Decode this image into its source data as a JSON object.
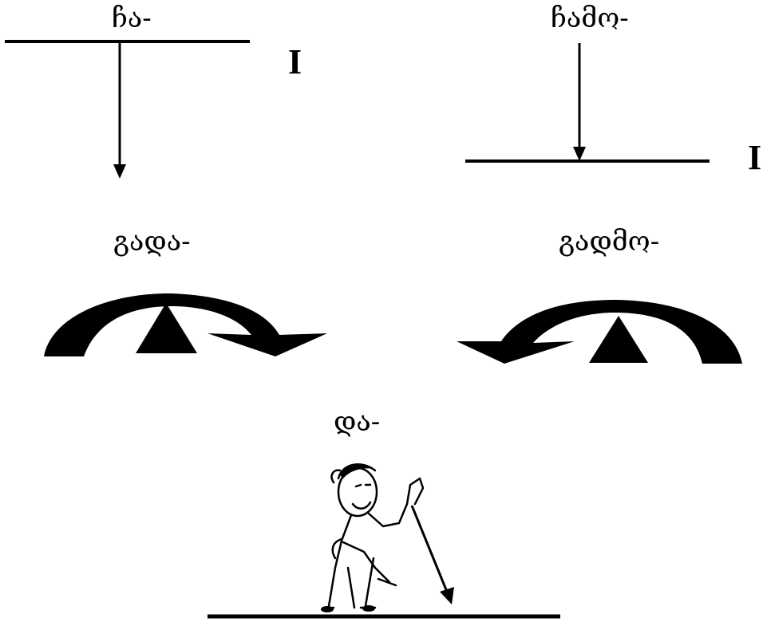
{
  "prefixes": {
    "cha": "ჩა-",
    "chamo": "ჩამო-",
    "gada": "გადა-",
    "gadmo": "გადმო-",
    "da": "და-"
  },
  "markers": {
    "top_left": "I",
    "top_right": "I"
  },
  "colors": {
    "ink": "#000000",
    "background": "#ffffff"
  },
  "icons": {
    "cha": "down-arrow-from-line-icon",
    "chamo": "down-arrow-to-line-icon",
    "gada": "arc-arrow-right-icon",
    "gadmo": "arc-arrow-left-icon",
    "da": "man-pointing-down-icon"
  }
}
